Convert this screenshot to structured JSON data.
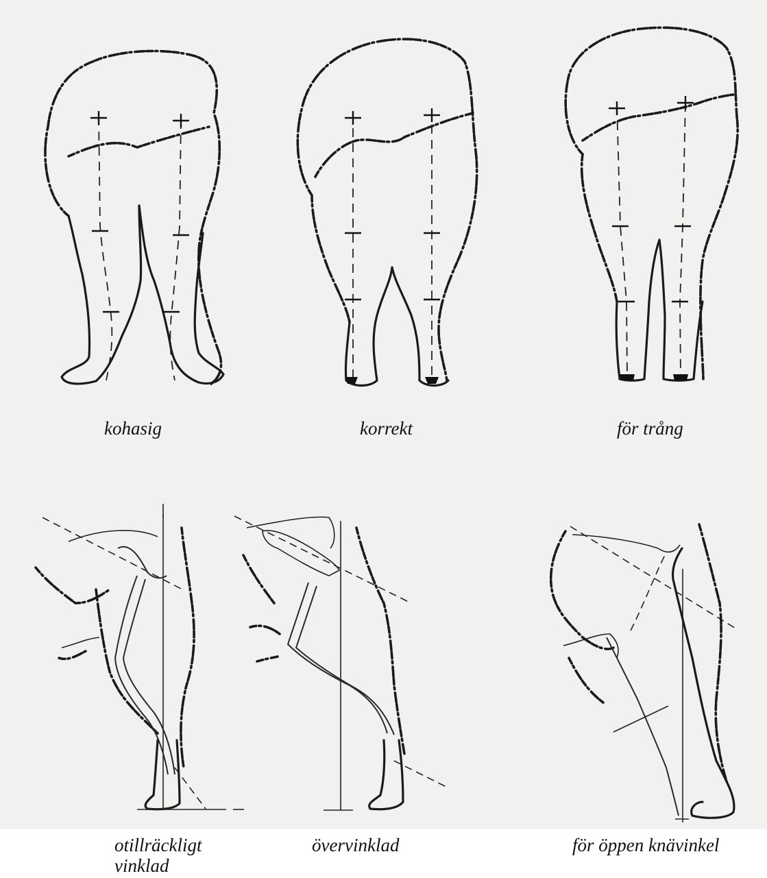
{
  "figure": {
    "top_row": {
      "labels": [
        "kohasig",
        "korrekt",
        "för trång"
      ]
    },
    "bottom_row": {
      "labels": [
        "otillräckligt vinklad",
        "övervinklad",
        "för öppen knävinkel"
      ]
    }
  }
}
